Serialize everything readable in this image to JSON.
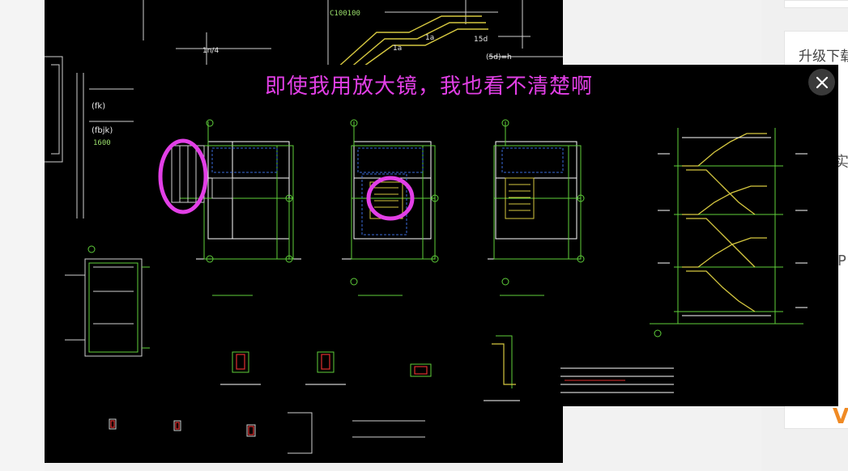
{
  "overlay": {
    "caption": "即使我用放大镜，我也看不清楚啊",
    "close_label": "✕"
  },
  "background_drawing": {
    "labels": [
      "C100100",
      "1n/4",
      "1a",
      "1a",
      "15d",
      "(fk)",
      "(fbjk)",
      "1600",
      "(5d)=h"
    ]
  },
  "sidebar": {
    "upgrade_text": "升级下载",
    "frag_1": "实",
    "frag_2": "P",
    "logo": "VIP"
  },
  "colors": {
    "caption": "#e23fe6",
    "highlight_circle": "#e23fe6",
    "cad_line": "#ffffff",
    "cad_green": "#5fcf3a",
    "cad_blue": "#3a6ad8",
    "cad_yellow": "#d6c840"
  }
}
